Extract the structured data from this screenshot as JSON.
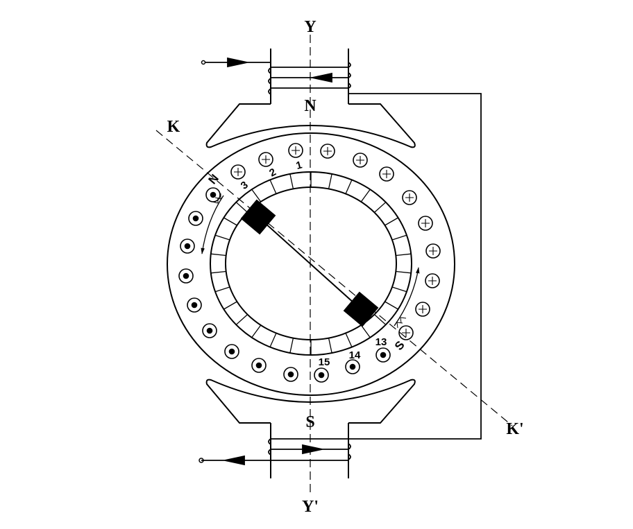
{
  "labels": {
    "axis_top": "Y",
    "axis_bottom": "Y'",
    "brush_axis_start": "K",
    "brush_axis_end": "K'",
    "north_pole": "N",
    "south_pole": "S",
    "armature_north": "N",
    "armature_south": "S"
  },
  "conductor_numbers": [
    "1",
    "2",
    "3",
    "13",
    "14",
    "15"
  ],
  "conductors": {
    "into_page_count": 12,
    "out_of_page_count": 12
  },
  "commutator_segments": 30,
  "colors": {
    "line": "#000000",
    "background": "#ffffff"
  }
}
